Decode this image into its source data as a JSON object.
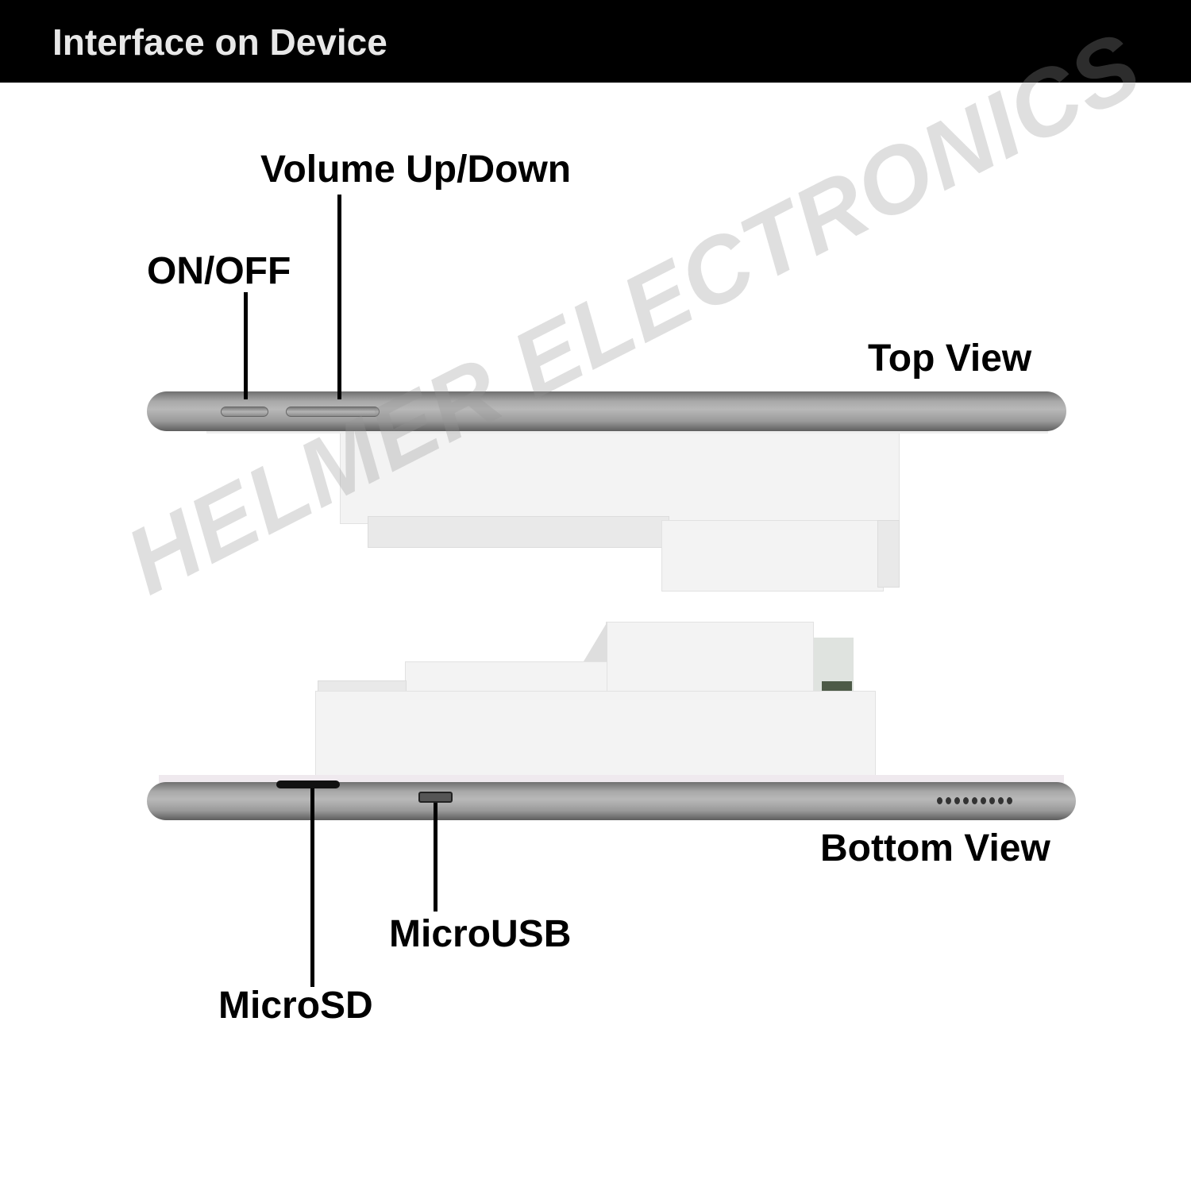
{
  "header": {
    "title": "Interface on Device"
  },
  "labels": {
    "volume": "Volume Up/Down",
    "power": "ON/OFF",
    "top_view": "Top View",
    "bottom_view": "Bottom View",
    "microusb": "MicroUSB",
    "microsd": "MicroSD"
  },
  "watermark": "HELMER ELECTRONICS",
  "colors": {
    "header_bg": "#000000",
    "header_text": "#e8e8e8",
    "rail": "#a9a9a9"
  }
}
